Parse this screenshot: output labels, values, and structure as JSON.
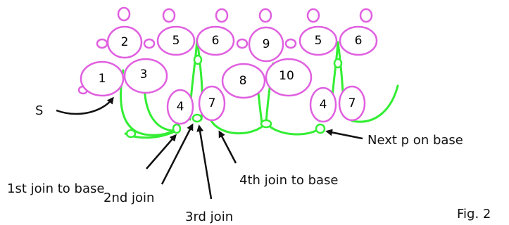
{
  "colors": {
    "rings": "#e060e0",
    "chains": "#33ee33",
    "text": "#111111",
    "background": "#ffffff"
  },
  "rings": [
    "2",
    "5",
    "6",
    "9",
    "5",
    "6",
    "1",
    "3",
    "8",
    "10",
    "4",
    "7",
    "4",
    "7"
  ],
  "labels": {
    "s": "S",
    "join1": "1st join to base",
    "join2": "2nd join",
    "join3": "3rd join",
    "join4": "4th join to base",
    "next_picot": "Next p on base",
    "figure": "Fig. 2"
  }
}
